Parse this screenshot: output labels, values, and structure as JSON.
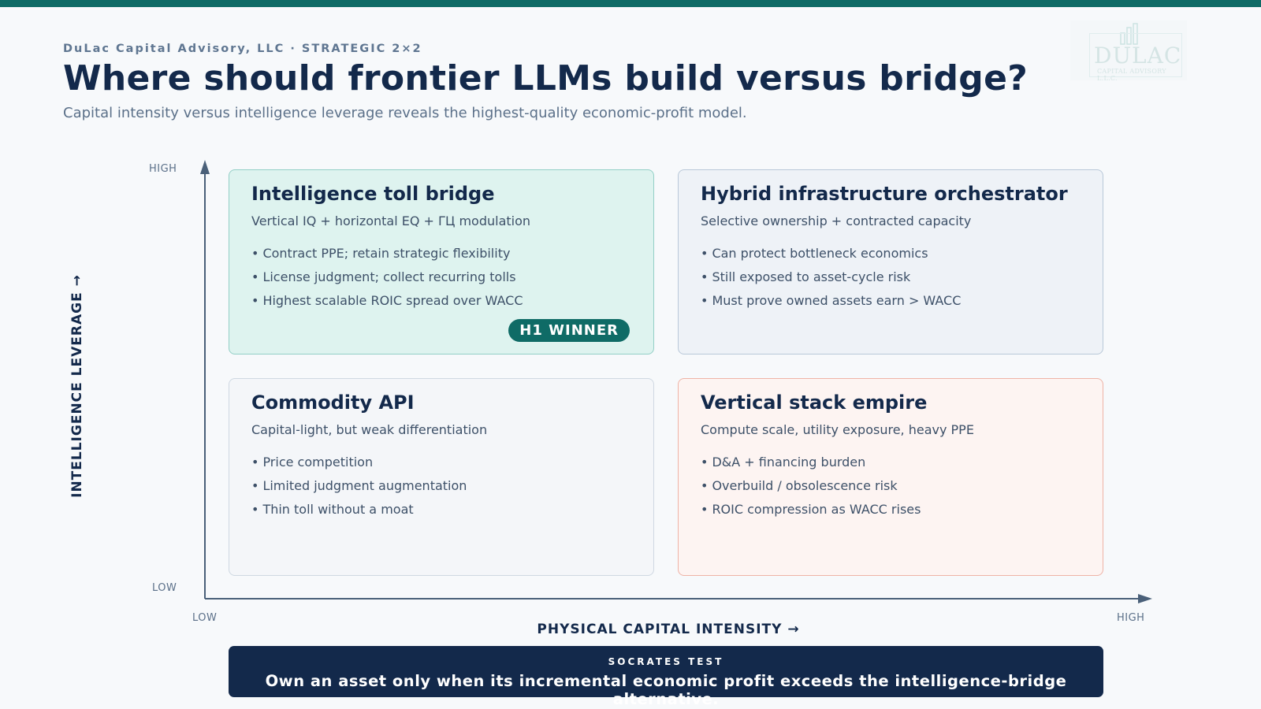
{
  "header": {
    "eyebrow": "DuLac Capital Advisory, LLC · STRATEGIC 2×2",
    "title": "Where should frontier LLMs build versus bridge?",
    "subtitle": "Capital intensity versus intelligence leverage reveals the highest-quality economic-profit model."
  },
  "logo": {
    "word": "DULAC",
    "sub": "CAPITAL ADVISORY L.L.C."
  },
  "axes": {
    "y_title": "INTELLIGENCE LEVERAGE →",
    "x_title": "PHYSICAL CAPITAL INTENSITY →",
    "y_high": "HIGH",
    "y_low": "LOW",
    "x_low": "LOW",
    "x_high": "HIGH"
  },
  "quadrants": {
    "top_left": {
      "title": "Intelligence toll bridge",
      "subtitle": "Vertical IQ + horizontal EQ + ΓЦ modulation",
      "bullets": [
        "Contract PPE; retain strategic flexibility",
        "License judgment; collect recurring tolls",
        "Highest scalable ROIC spread over WACC"
      ],
      "badge": "H1 WINNER"
    },
    "top_right": {
      "title": "Hybrid infrastructure orchestrator",
      "subtitle": "Selective ownership + contracted capacity",
      "bullets": [
        "Can protect bottleneck economics",
        "Still exposed to asset-cycle risk",
        "Must prove owned assets earn > WACC"
      ]
    },
    "bottom_left": {
      "title": "Commodity API",
      "subtitle": "Capital-light, but weak differentiation",
      "bullets": [
        "Price competition",
        "Limited judgment augmentation",
        "Thin toll without a moat"
      ]
    },
    "bottom_right": {
      "title": "Vertical stack empire",
      "subtitle": "Compute scale, utility exposure, heavy PPE",
      "bullets": [
        "D&A + financing burden",
        "Overbuild / obsolescence risk",
        "ROIC compression as WACC rises"
      ]
    }
  },
  "banner": {
    "label": "SOCRATES TEST",
    "text": "Own an asset only when its incremental economic profit exceeds the intelligence-bridge alternative."
  },
  "colors": {
    "accent": "#0f6b66",
    "navy": "#13294b",
    "winner_fill": "#def3ef",
    "risk_fill": "#fdf4f2",
    "risk_border": "#eeb3a6"
  }
}
